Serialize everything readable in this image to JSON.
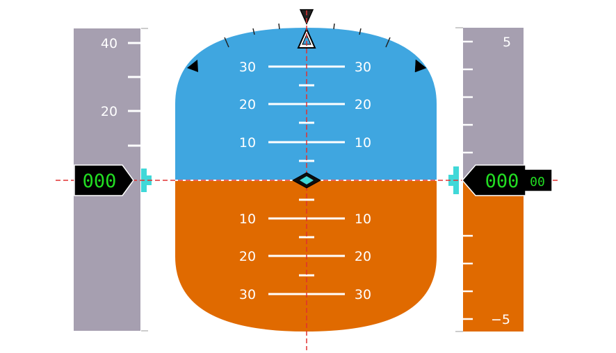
{
  "colors": {
    "sky": "#3fa6e0",
    "ground": "#e06a00",
    "tape": "#a69fb0",
    "readout_bg": "#000000",
    "readout_text": "#22dd22",
    "reference_line": "#e03030",
    "bug": "#40d8d8",
    "marks": "#ffffff"
  },
  "attitude": {
    "pitch_labels_up": [
      {
        "pitch": 30,
        "left": "30",
        "right": "30"
      },
      {
        "pitch": 20,
        "left": "20",
        "right": "20"
      },
      {
        "pitch": 10,
        "left": "10",
        "right": "10"
      }
    ],
    "pitch_labels_down": [
      {
        "pitch": -10,
        "left": "10",
        "right": "10"
      },
      {
        "pitch": -20,
        "left": "20",
        "right": "20"
      },
      {
        "pitch": -30,
        "left": "30",
        "right": "30"
      }
    ],
    "roll_pointer_icon": "triangle-icon",
    "aircraft_symbol_icon": "diamond-icon"
  },
  "left_tape": {
    "labels": [
      {
        "value": 40,
        "text": "40"
      },
      {
        "value": 20,
        "text": "20"
      }
    ],
    "readout": "000"
  },
  "right_tape": {
    "labels": [
      {
        "value": 5,
        "text": "5"
      },
      {
        "value": -5,
        "text": "−5"
      }
    ],
    "readout_main": "000",
    "readout_small": "00"
  }
}
